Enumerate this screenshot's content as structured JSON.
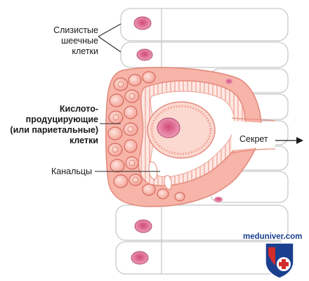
{
  "labels": {
    "mucous_cells": [
      "Слизистые",
      "шеечные",
      "клетки"
    ],
    "parietal_cells": [
      "Кислото-",
      "продуцирующие",
      "(или париетальные)",
      "клетки"
    ],
    "secret": "Секрет",
    "canaliculi": "Канальцы"
  },
  "watermark": {
    "site": "meduniver.com"
  },
  "colors": {
    "line": "#c4c4c4",
    "nucleus": "#e0789a",
    "parietal_fill": "#f29a8e",
    "parietal_light": "#fbd6cf",
    "epithelium": "#f6b8ad",
    "accent_blue": "#1b3f8f",
    "accent_red": "#d42b2b"
  }
}
